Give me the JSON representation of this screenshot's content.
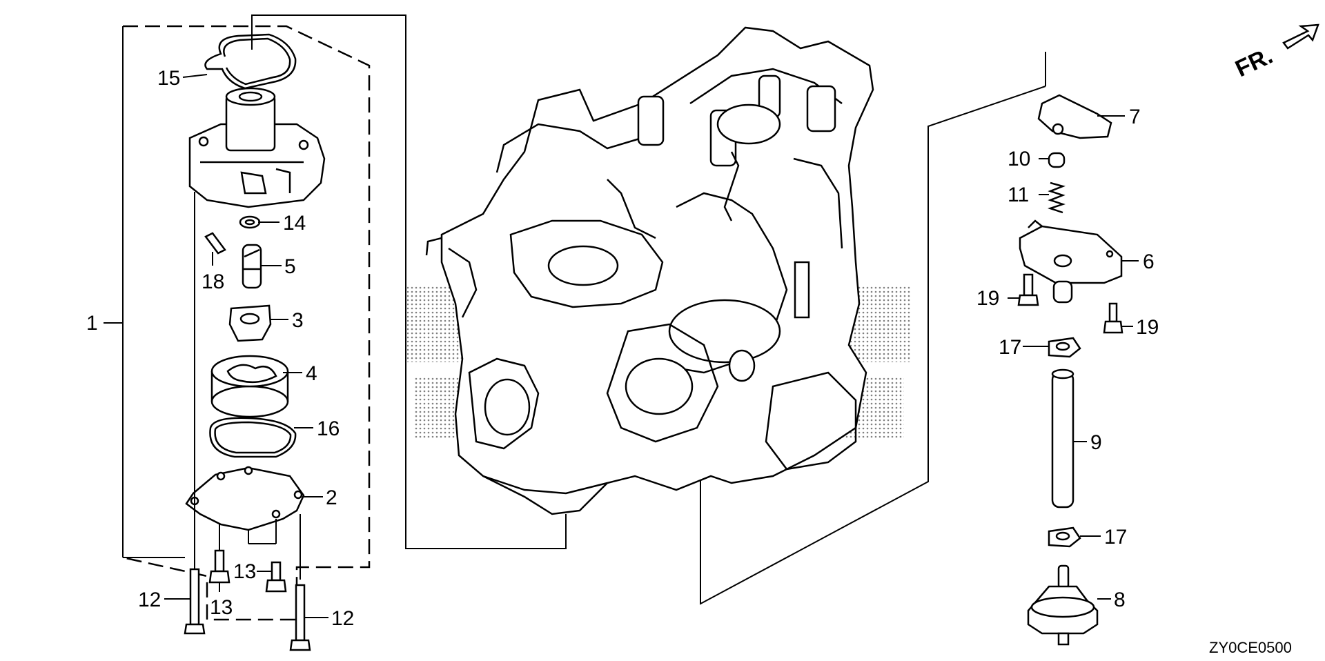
{
  "diagram": {
    "code": "ZY0CE0500",
    "direction_label": "FR.",
    "labels": {
      "p1": "1",
      "p2": "2",
      "p3": "3",
      "p4": "4",
      "p5": "5",
      "p6": "6",
      "p7": "7",
      "p8": "8",
      "p9": "9",
      "p10": "10",
      "p11": "11",
      "p12a": "12",
      "p12b": "12",
      "p13a": "13",
      "p13b": "13",
      "p14": "14",
      "p15": "15",
      "p16": "16",
      "p17a": "17",
      "p17b": "17",
      "p18": "18",
      "p19a": "19",
      "p19b": "19"
    }
  }
}
